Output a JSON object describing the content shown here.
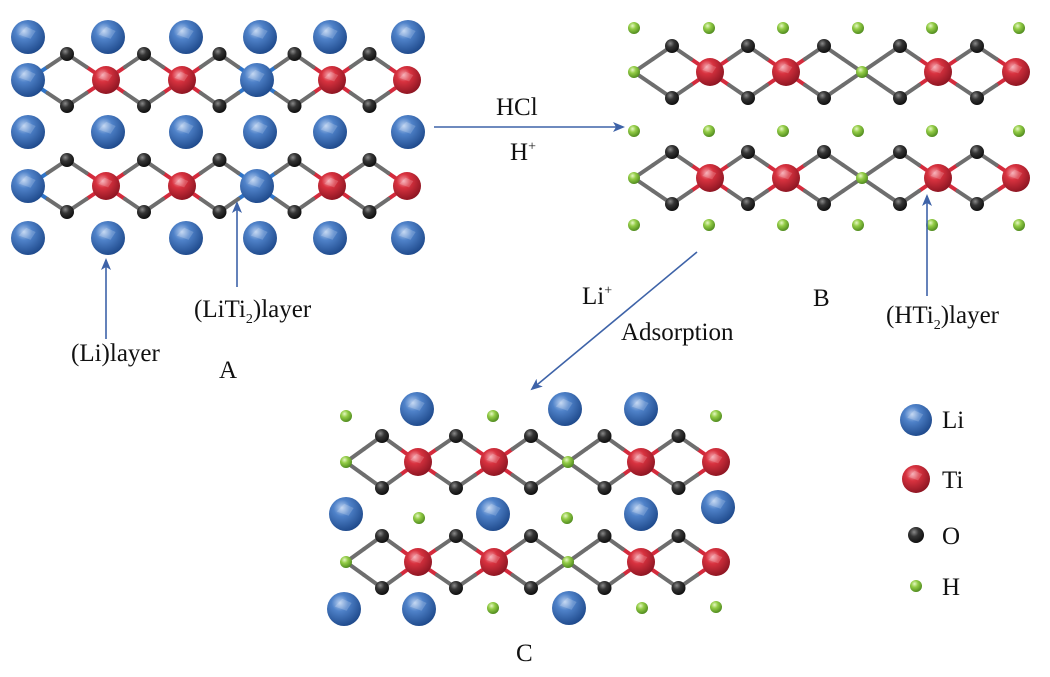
{
  "labels": {
    "hcl": "HCl",
    "h_plus_base": "H",
    "h_plus_sup": "+",
    "li_plus_base": "Li",
    "li_plus_sup": "+",
    "adsorption": "Adsorption",
    "li_layer": "(Li)layer",
    "liti2_pre": "(LiTi",
    "liti2_sub": "2",
    "liti2_post": ")layer",
    "hti2_pre": "(HTi",
    "hti2_sub": "2",
    "hti2_post": ")layer",
    "panel_a": "A",
    "panel_b": "B",
    "panel_c": "C"
  },
  "legend": [
    {
      "label": "Li",
      "color": "#3d6db5"
    },
    {
      "label": "Ti",
      "color": "#d42a3c"
    },
    {
      "label": "O",
      "color": "#2b2b2b"
    },
    {
      "label": "H",
      "color": "#8cc63f"
    }
  ],
  "colors": {
    "li": "#3d6db5",
    "ti": "#d42a3c",
    "o": "#2b2b2b",
    "h": "#8cc63f",
    "arrow": "#3e63a8",
    "bond_gray": "#6e6e6e",
    "bond_red": "#d42a3c",
    "bond_blue": "#2e74c9"
  }
}
